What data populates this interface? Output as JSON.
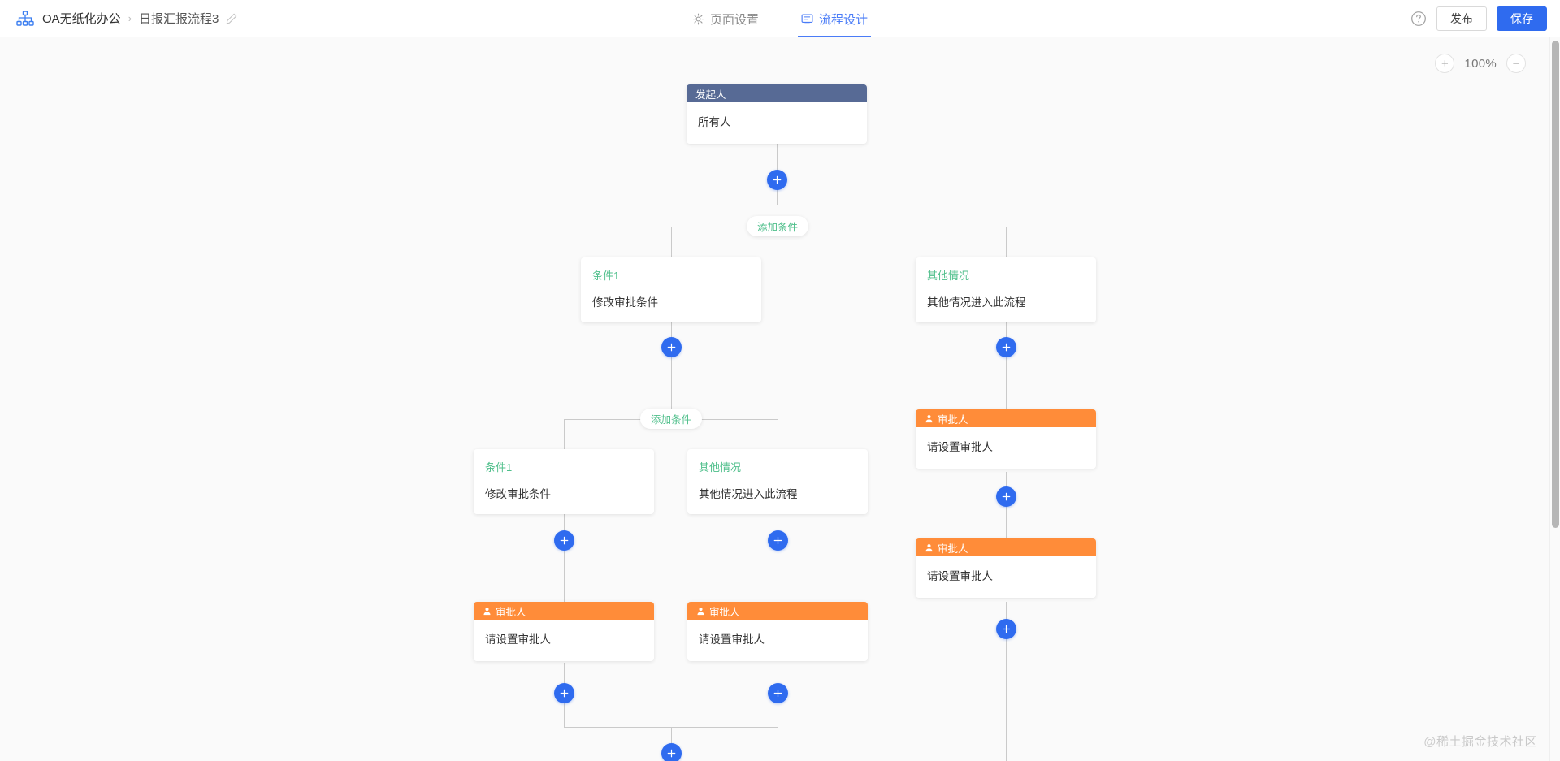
{
  "header": {
    "logo_icon": "sitemap-icon",
    "breadcrumb": {
      "root": "OA无纸化办公",
      "separator": "›",
      "leaf": "日报汇报流程3",
      "edit_icon": "pencil-icon"
    },
    "tabs": [
      {
        "label": "页面设置",
        "icon": "gear-icon",
        "active": false
      },
      {
        "label": "流程设计",
        "icon": "flow-icon",
        "active": true
      }
    ],
    "help_icon": "question-circle-icon",
    "publish_label": "发布",
    "save_label": "保存"
  },
  "zoom_control": {
    "zoom_in_label": "+",
    "zoom_out_label": "−",
    "value": "100%"
  },
  "colors": {
    "primary": "#2f6bef",
    "start_node": "#576a95",
    "approver_node": "#ff8c39",
    "condition_green": "#4fbf8b",
    "line": "#cacaca",
    "canvas": "#fafafa"
  },
  "flow": {
    "start_node": {
      "header": "发起人",
      "body": "所有人"
    },
    "add_condition_label": "添加条件",
    "plus_label": "+",
    "branch_level_1": [
      {
        "title": "条件1",
        "desc": "修改审批条件"
      },
      {
        "title": "其他情况",
        "desc": "其他情况进入此流程"
      }
    ],
    "branch_level_2": [
      {
        "title": "条件1",
        "desc": "修改审批条件"
      },
      {
        "title": "其他情况",
        "desc": "其他情况进入此流程"
      }
    ],
    "approver_nodes": [
      {
        "header": "审批人",
        "body": "请设置审批人",
        "icon": "person-icon"
      },
      {
        "header": "审批人",
        "body": "请设置审批人",
        "icon": "person-icon"
      },
      {
        "header": "审批人",
        "body": "请设置审批人",
        "icon": "person-icon"
      },
      {
        "header": "审批人",
        "body": "请设置审批人",
        "icon": "person-icon"
      }
    ]
  },
  "watermark": "@稀土掘金技术社区"
}
